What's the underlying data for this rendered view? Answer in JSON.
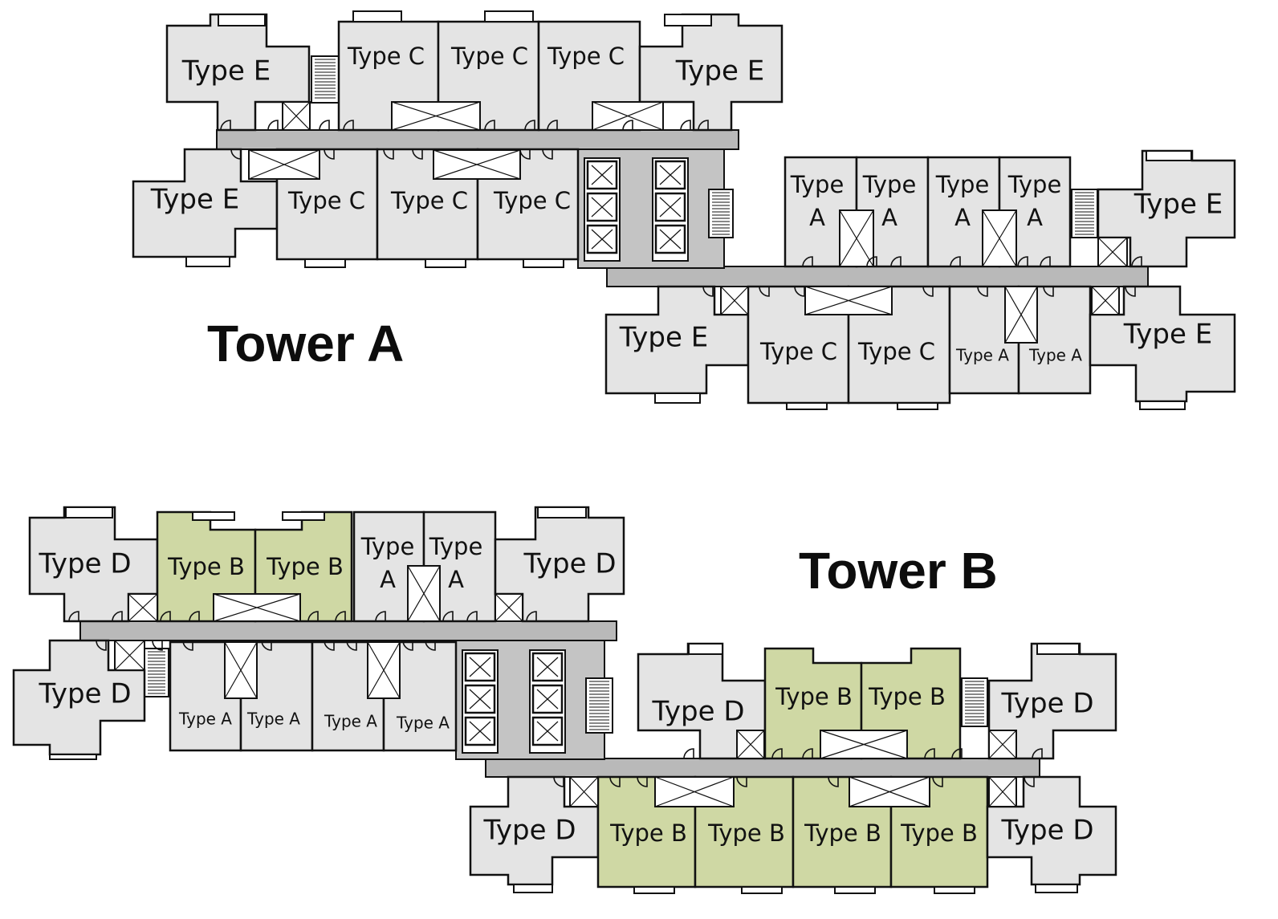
{
  "colors": {
    "unit_fill": "#e4e4e4",
    "highlight_fill": "#cfd8a4",
    "corridor_fill": "#b9b9b9",
    "outline": "#111111",
    "background": "#ffffff"
  },
  "towers": [
    {
      "name": "Tower A",
      "units": [
        {
          "id": "a1",
          "label": "Type E"
        },
        {
          "id": "a2",
          "label": "Type C"
        },
        {
          "id": "a3",
          "label": "Type C"
        },
        {
          "id": "a4",
          "label": "Type C"
        },
        {
          "id": "a5",
          "label": "Type E"
        },
        {
          "id": "a6",
          "label": "Type E"
        },
        {
          "id": "a7",
          "label": "Type C"
        },
        {
          "id": "a8",
          "label": "Type C"
        },
        {
          "id": "a9",
          "label": "Type C"
        },
        {
          "id": "a10",
          "label": "Type\nA"
        },
        {
          "id": "a11",
          "label": "Type\nA"
        },
        {
          "id": "a12",
          "label": "Type\nA"
        },
        {
          "id": "a13",
          "label": "Type\nA"
        },
        {
          "id": "a14",
          "label": "Type E"
        },
        {
          "id": "a15",
          "label": "Type E"
        },
        {
          "id": "a16",
          "label": "Type C"
        },
        {
          "id": "a17",
          "label": "Type C"
        },
        {
          "id": "a18",
          "label": "Type A"
        },
        {
          "id": "a19",
          "label": "Type A"
        },
        {
          "id": "a20",
          "label": "Type E"
        }
      ]
    },
    {
      "name": "Tower B",
      "units": [
        {
          "id": "b1",
          "label": "Type D"
        },
        {
          "id": "b2",
          "label": "Type B",
          "highlight": true
        },
        {
          "id": "b3",
          "label": "Type B",
          "highlight": true
        },
        {
          "id": "b4",
          "label": "Type\nA"
        },
        {
          "id": "b5",
          "label": "Type\nA"
        },
        {
          "id": "b6",
          "label": "Type D"
        },
        {
          "id": "b7",
          "label": "Type D"
        },
        {
          "id": "b8",
          "label": "Type A"
        },
        {
          "id": "b9",
          "label": "Type A"
        },
        {
          "id": "b10",
          "label": "Type A"
        },
        {
          "id": "b11",
          "label": "Type A"
        },
        {
          "id": "b12",
          "label": "Type D"
        },
        {
          "id": "b13",
          "label": "Type B",
          "highlight": true
        },
        {
          "id": "b14",
          "label": "Type B",
          "highlight": true
        },
        {
          "id": "b15",
          "label": "Type D"
        },
        {
          "id": "b16",
          "label": "Type D"
        },
        {
          "id": "b17",
          "label": "Type B",
          "highlight": true
        },
        {
          "id": "b18",
          "label": "Type B",
          "highlight": true
        },
        {
          "id": "b19",
          "label": "Type B",
          "highlight": true
        },
        {
          "id": "b20",
          "label": "Type B",
          "highlight": true
        },
        {
          "id": "b21",
          "label": "Type D"
        }
      ]
    }
  ]
}
